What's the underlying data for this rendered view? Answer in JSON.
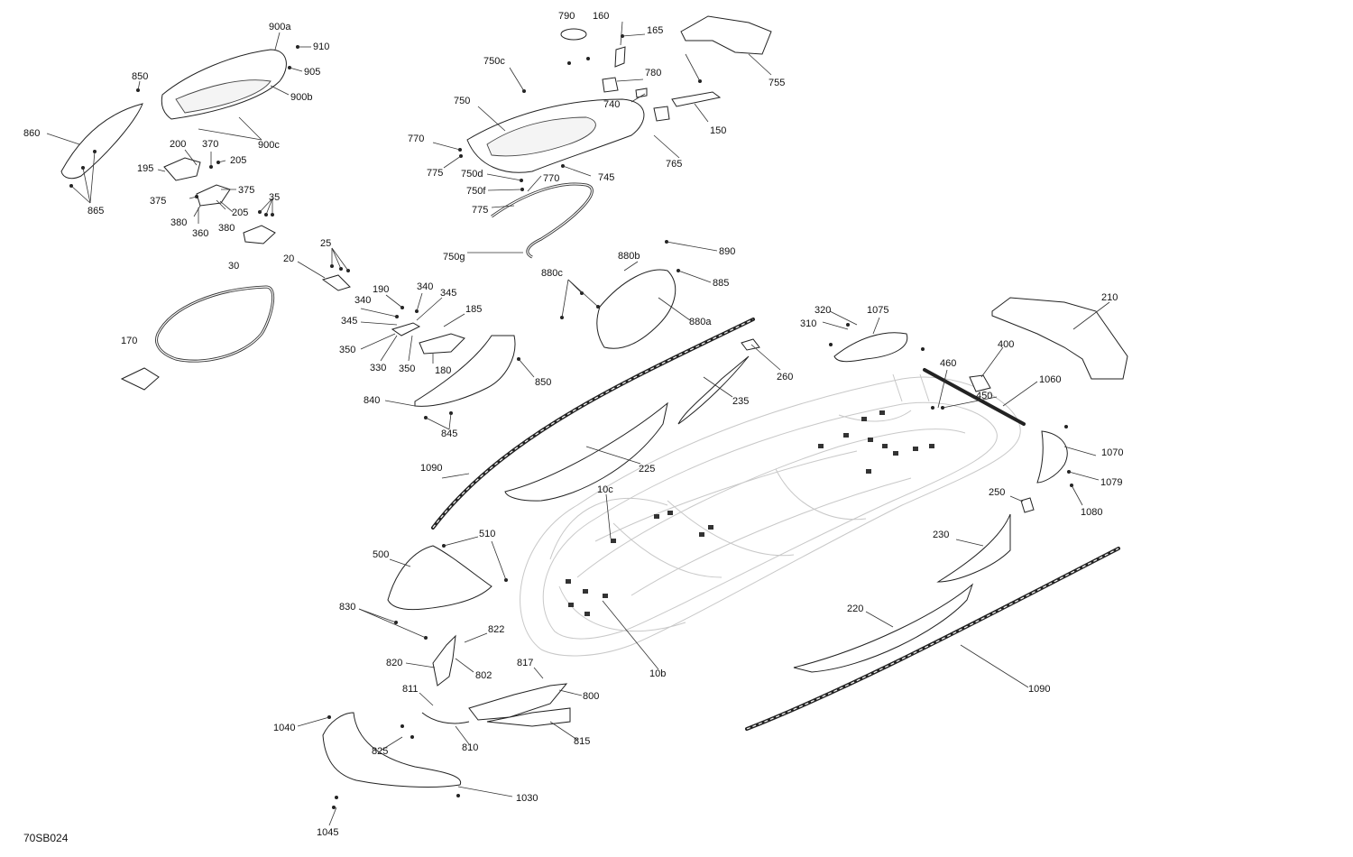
{
  "diagram": {
    "reference_code": "70SB024",
    "callouts": [
      {
        "text": "900a"
      },
      {
        "text": "910"
      },
      {
        "text": "905"
      },
      {
        "text": "900b"
      },
      {
        "text": "900c"
      },
      {
        "text": "850"
      },
      {
        "text": "860"
      },
      {
        "text": "865"
      },
      {
        "text": "200"
      },
      {
        "text": "195"
      },
      {
        "text": "370"
      },
      {
        "text": "205"
      },
      {
        "text": "375"
      },
      {
        "text": "375"
      },
      {
        "text": "35"
      },
      {
        "text": "205"
      },
      {
        "text": "380"
      },
      {
        "text": "380"
      },
      {
        "text": "360"
      },
      {
        "text": "30"
      },
      {
        "text": "790"
      },
      {
        "text": "160"
      },
      {
        "text": "165"
      },
      {
        "text": "755"
      },
      {
        "text": "750c"
      },
      {
        "text": "780"
      },
      {
        "text": "750"
      },
      {
        "text": "740"
      },
      {
        "text": "150"
      },
      {
        "text": "770"
      },
      {
        "text": "765"
      },
      {
        "text": "775"
      },
      {
        "text": "750d"
      },
      {
        "text": "745"
      },
      {
        "text": "750f"
      },
      {
        "text": "770"
      },
      {
        "text": "775"
      },
      {
        "text": "750g"
      },
      {
        "text": "25"
      },
      {
        "text": "20"
      },
      {
        "text": "890"
      },
      {
        "text": "880b"
      },
      {
        "text": "880c"
      },
      {
        "text": "885"
      },
      {
        "text": "880a"
      },
      {
        "text": "190"
      },
      {
        "text": "340"
      },
      {
        "text": "340"
      },
      {
        "text": "345"
      },
      {
        "text": "345"
      },
      {
        "text": "185"
      },
      {
        "text": "350"
      },
      {
        "text": "330"
      },
      {
        "text": "350"
      },
      {
        "text": "180"
      },
      {
        "text": "850"
      },
      {
        "text": "170"
      },
      {
        "text": "840"
      },
      {
        "text": "845"
      },
      {
        "text": "320"
      },
      {
        "text": "310"
      },
      {
        "text": "1075"
      },
      {
        "text": "210"
      },
      {
        "text": "400"
      },
      {
        "text": "460"
      },
      {
        "text": "450"
      },
      {
        "text": "1060"
      },
      {
        "text": "260"
      },
      {
        "text": "235"
      },
      {
        "text": "1090"
      },
      {
        "text": "225"
      },
      {
        "text": "10c"
      },
      {
        "text": "1070"
      },
      {
        "text": "1079"
      },
      {
        "text": "1080"
      },
      {
        "text": "250"
      },
      {
        "text": "230"
      },
      {
        "text": "510"
      },
      {
        "text": "500"
      },
      {
        "text": "830"
      },
      {
        "text": "220"
      },
      {
        "text": "822"
      },
      {
        "text": "820"
      },
      {
        "text": "802"
      },
      {
        "text": "817"
      },
      {
        "text": "10b"
      },
      {
        "text": "811"
      },
      {
        "text": "800"
      },
      {
        "text": "1090"
      },
      {
        "text": "1040"
      },
      {
        "text": "810"
      },
      {
        "text": "815"
      },
      {
        "text": "825"
      },
      {
        "text": "1030"
      },
      {
        "text": "1045"
      }
    ]
  }
}
